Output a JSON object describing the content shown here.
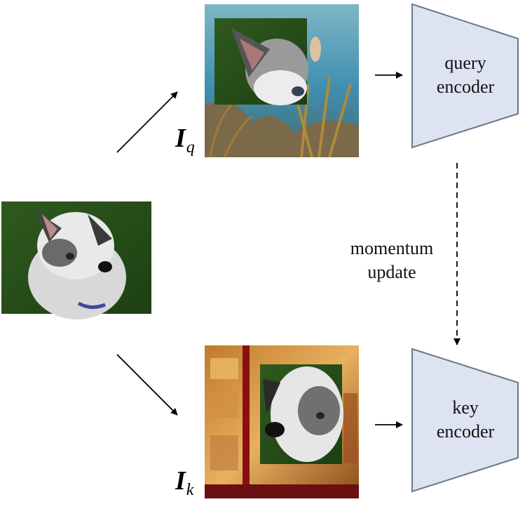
{
  "query_encoder": {
    "line1": "query",
    "line2": "encoder"
  },
  "key_encoder": {
    "line1": "key",
    "line2": "encoder"
  },
  "momentum": {
    "line1": "momentum",
    "line2": "update"
  },
  "symbols": {
    "query_image": {
      "base": "I",
      "sub": "q"
    },
    "key_image": {
      "base": "I",
      "sub": "k"
    }
  },
  "colors": {
    "encoder_fill": "#dde3f0",
    "encoder_stroke": "#6c778c",
    "arrow": "#000000"
  },
  "images": {
    "source": "dog-on-grass-photo",
    "query_background": "underwater-coral-reef-photo",
    "query_patch": "dog-ear-crop-photo",
    "key_background": "bakery-storefront-photo",
    "key_patch": "dog-face-crop-photo"
  }
}
